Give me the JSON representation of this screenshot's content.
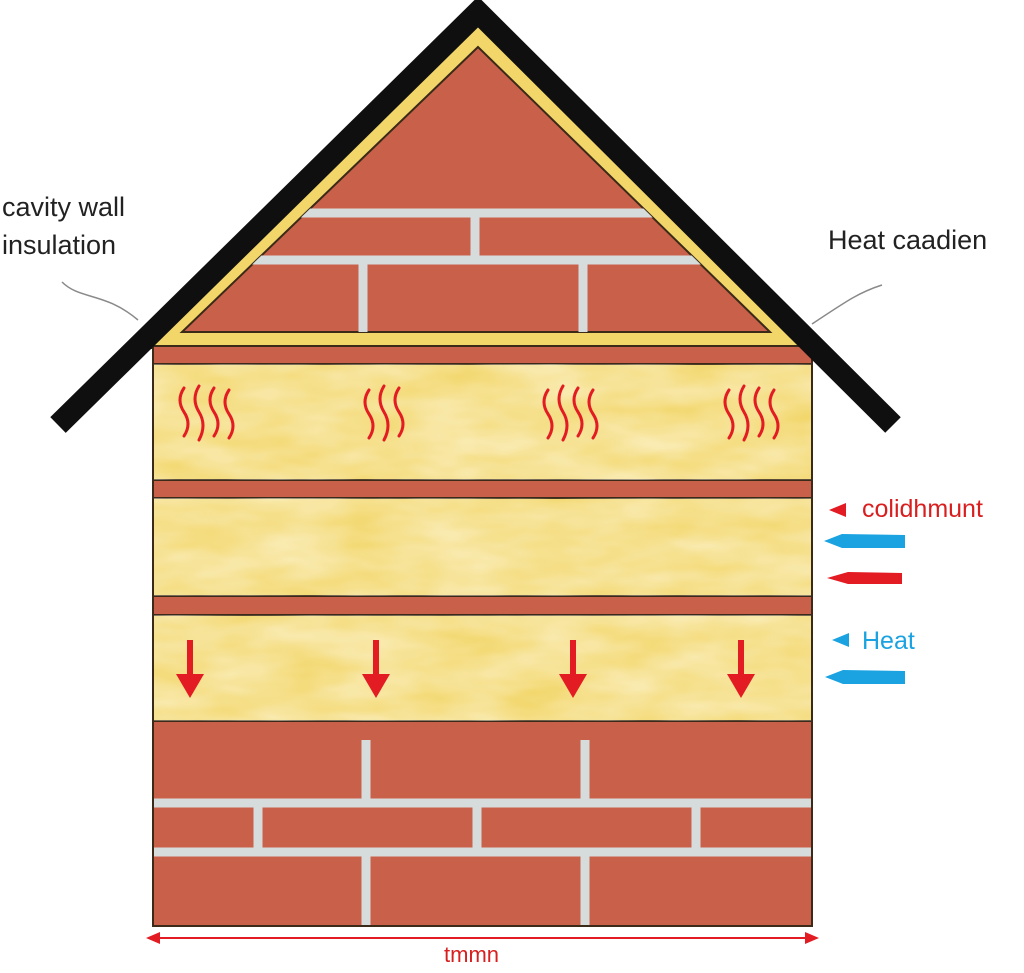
{
  "labels": {
    "cavity_line1": "cavity wall",
    "cavity_line2": "insulation",
    "heat_gradient": "Heat caadien",
    "cold_flow": "colidhmunt",
    "heat_flow": "Heat",
    "width": "tmmn"
  },
  "colors": {
    "brick": "#c9614a",
    "mortar": "#d6dcdc",
    "insulation": "#f2d66a",
    "roof": "#0f0f0f",
    "heat_arrow": "#e31b23",
    "cold_arrow": "#1aa3e0"
  },
  "icons": {
    "wavy_heat": "heat-wave-icon",
    "down_arrow": "arrow-down-icon",
    "side_arrow": "arrow-left-icon"
  }
}
